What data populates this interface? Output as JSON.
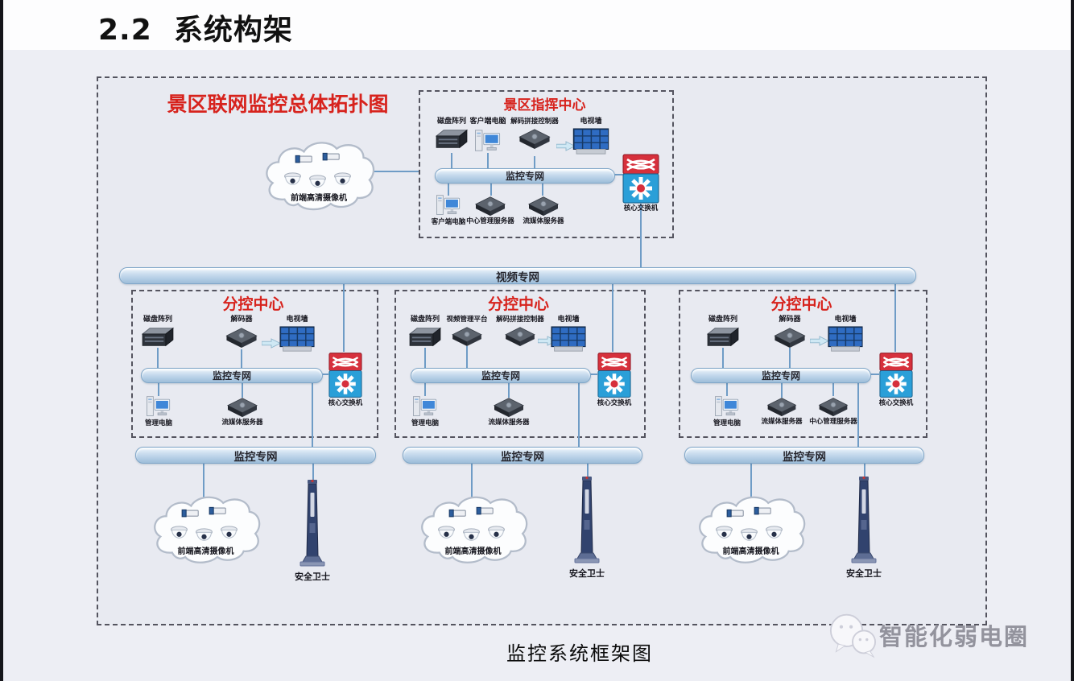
{
  "page": {
    "heading": "2.2  系统构架",
    "diagram_title": "景区联网监控总体拓扑图",
    "caption": "监控系统框架图",
    "watermark_text": "智能化弱电圈"
  },
  "colors": {
    "accent_red": "#d7231d",
    "bus_fill": "#b7d1e8",
    "bus_border": "#7fa6c8",
    "connector_blue": "#6f9cc6",
    "background_gray": "#edeef4",
    "switch_red": "#d6303c",
    "switch_blue": "#2a9fd8",
    "tv_wall_blue": "#2f6cc2",
    "watermark_gray": "#93939d"
  },
  "top_cloud": {
    "label": "前端高清摄像机"
  },
  "video_bus": {
    "label": "视频专网"
  },
  "command_center": {
    "title": "景区指挥中心",
    "bus": "监控专网",
    "switch": "核心交换机",
    "top": [
      {
        "label": "磁盘阵列"
      },
      {
        "label": "客户端电脑"
      },
      {
        "label": "解码拼接控制器"
      },
      {
        "label": "电视墙"
      }
    ],
    "bottom": [
      {
        "label": "客户端电脑"
      },
      {
        "label": "中心管理服务器"
      },
      {
        "label": "流媒体服务器"
      }
    ]
  },
  "sub_centers": [
    {
      "title": "分控中心",
      "bus": "监控专网",
      "switch": "核心交换机",
      "top": [
        {
          "label": "磁盘阵列"
        },
        {
          "label": "解码器"
        },
        {
          "label": "电视墙"
        }
      ],
      "bottom": [
        {
          "label": "管理电脑"
        },
        {
          "label": "流媒体服务器"
        }
      ]
    },
    {
      "title": "分控中心",
      "bus": "监控专网",
      "switch": "核心交换机",
      "top": [
        {
          "label": "磁盘阵列"
        },
        {
          "label": "视频管理平台"
        },
        {
          "label": "解码拼接控制器"
        },
        {
          "label": "电视墙"
        }
      ],
      "bottom": [
        {
          "label": "管理电脑"
        },
        {
          "label": "流媒体服务器"
        }
      ]
    },
    {
      "title": "分控中心",
      "bus": "监控专网",
      "switch": "核心交换机",
      "top": [
        {
          "label": "磁盘阵列"
        },
        {
          "label": "解码器"
        },
        {
          "label": "电视墙"
        }
      ],
      "bottom": [
        {
          "label": "管理电脑"
        },
        {
          "label": "流媒体服务器"
        },
        {
          "label": "中心管理服务器"
        }
      ]
    }
  ],
  "branches": [
    {
      "bus": "监控专网",
      "cloud": "前端高清摄像机",
      "guard": "安全卫士"
    },
    {
      "bus": "监控专网",
      "cloud": "前端高清摄像机",
      "guard": "安全卫士"
    },
    {
      "bus": "监控专网",
      "cloud": "前端高清摄像机",
      "guard": "安全卫士"
    }
  ]
}
